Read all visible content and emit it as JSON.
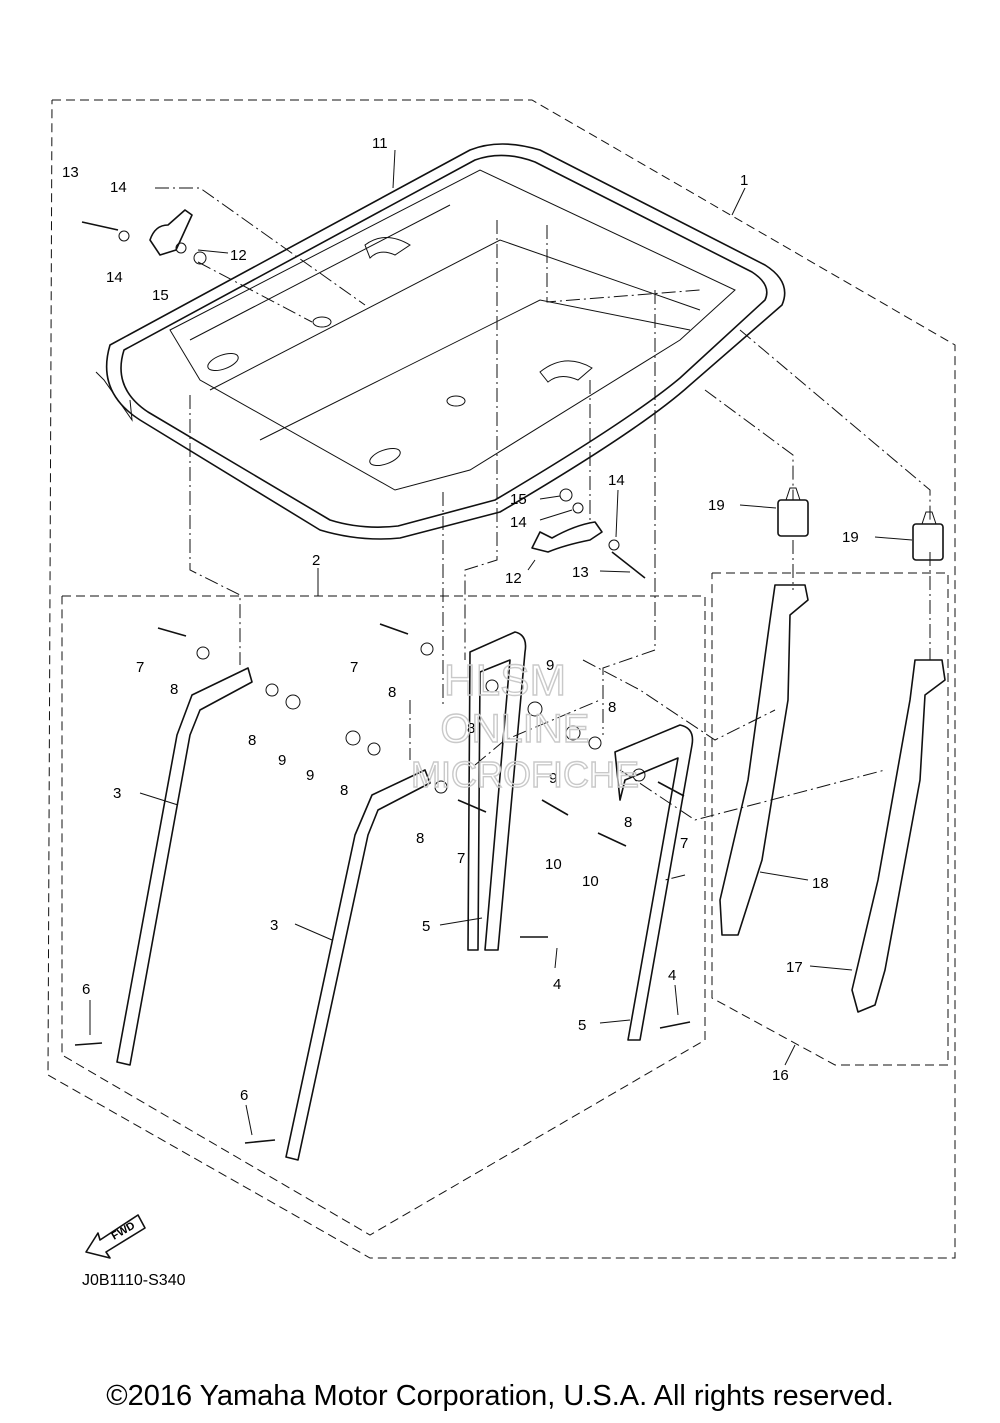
{
  "diagram": {
    "code": "J0B1110-S340",
    "fwd_label": "FWD",
    "copyright": "©2016 Yamaha Motor Corporation, U.S.A. All rights reserved.",
    "watermark": [
      "HLSM",
      "ONLINE",
      "MICROFICHE"
    ],
    "callouts": [
      {
        "id": "c1",
        "text": "1"
      },
      {
        "id": "c2",
        "text": "2"
      },
      {
        "id": "c3a",
        "text": "3"
      },
      {
        "id": "c3b",
        "text": "3"
      },
      {
        "id": "c4a",
        "text": "4"
      },
      {
        "id": "c4b",
        "text": "4"
      },
      {
        "id": "c5a",
        "text": "5"
      },
      {
        "id": "c5b",
        "text": "5"
      },
      {
        "id": "c6a",
        "text": "6"
      },
      {
        "id": "c6b",
        "text": "6"
      },
      {
        "id": "c7a",
        "text": "7"
      },
      {
        "id": "c7b",
        "text": "7"
      },
      {
        "id": "c7c",
        "text": "7"
      },
      {
        "id": "c7d",
        "text": "7"
      },
      {
        "id": "c8a",
        "text": "8"
      },
      {
        "id": "c8b",
        "text": "8"
      },
      {
        "id": "c8c",
        "text": "8"
      },
      {
        "id": "c8d",
        "text": "8"
      },
      {
        "id": "c8e",
        "text": "8"
      },
      {
        "id": "c8f",
        "text": "8"
      },
      {
        "id": "c8g",
        "text": "8"
      },
      {
        "id": "c8h",
        "text": "8"
      },
      {
        "id": "c9a",
        "text": "9"
      },
      {
        "id": "c9b",
        "text": "9"
      },
      {
        "id": "c9c",
        "text": "9"
      },
      {
        "id": "c9d",
        "text": "9"
      },
      {
        "id": "c10a",
        "text": "10"
      },
      {
        "id": "c10b",
        "text": "10"
      },
      {
        "id": "c11",
        "text": "11"
      },
      {
        "id": "c12a",
        "text": "12"
      },
      {
        "id": "c12b",
        "text": "12"
      },
      {
        "id": "c13a",
        "text": "13"
      },
      {
        "id": "c13b",
        "text": "13"
      },
      {
        "id": "c14a",
        "text": "14"
      },
      {
        "id": "c14b",
        "text": "14"
      },
      {
        "id": "c14c",
        "text": "14"
      },
      {
        "id": "c14d",
        "text": "14"
      },
      {
        "id": "c15a",
        "text": "15"
      },
      {
        "id": "c15b",
        "text": "15"
      },
      {
        "id": "c16",
        "text": "16"
      },
      {
        "id": "c17",
        "text": "17"
      },
      {
        "id": "c18",
        "text": "18"
      },
      {
        "id": "c19a",
        "text": "19"
      },
      {
        "id": "c19b",
        "text": "19"
      }
    ]
  }
}
